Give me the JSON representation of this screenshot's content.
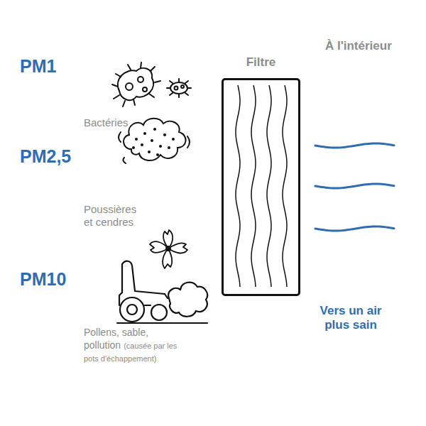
{
  "diagram": {
    "nodes": [
      {
        "text": [
          "Filtre"
        ]
      }
    ],
    "labels": [
      "À l'intérieur",
      "PM1",
      "Bactéries",
      "PM2,5",
      "Poussières et cendres",
      "PM10",
      "Pollens, sable, pollution",
      "(causée par les pots d'échappement)",
      "Vers un air plus sain"
    ]
  }
}
